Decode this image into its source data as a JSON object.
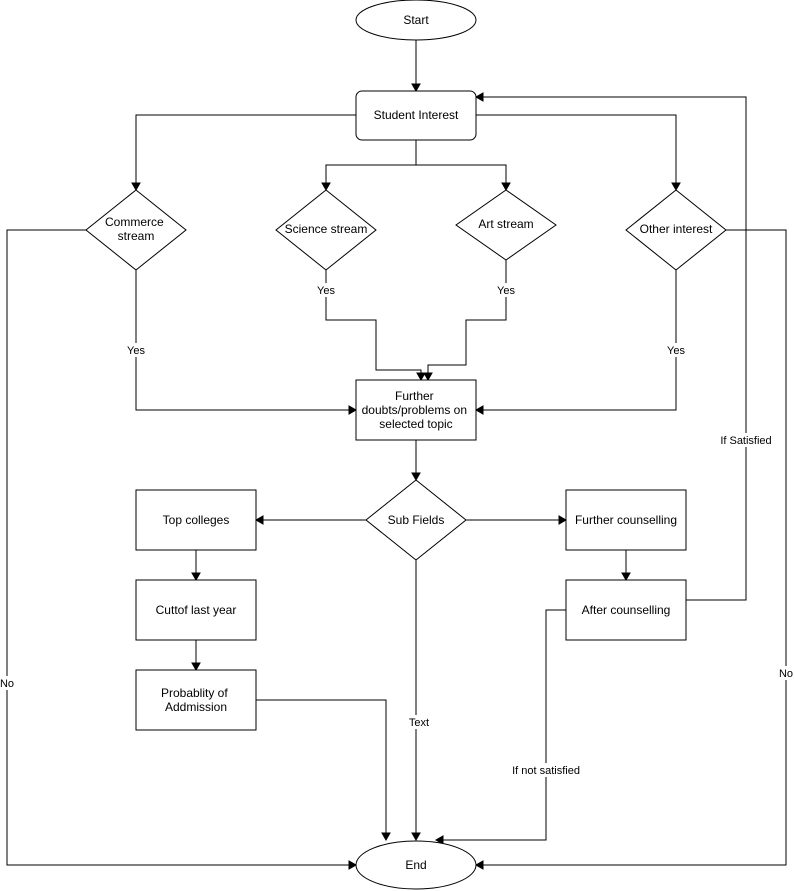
{
  "nodes": {
    "start": "Start",
    "student_interest": "Student Interest",
    "commerce": [
      "Commerce",
      "stream"
    ],
    "science": "Science stream",
    "art": "Art stream",
    "other": "Other interest",
    "further_doubts": [
      "Further",
      "doubts/problems on",
      "selected topic"
    ],
    "sub_fields": "Sub Fields",
    "top_colleges": "Top colleges",
    "cutoff": "Cuttof last year",
    "probability": [
      "Probablity of",
      "Addmission"
    ],
    "further_counselling": "Further counselling",
    "after_counselling": "After counselling",
    "end": "End"
  },
  "edge_labels": {
    "commerce_yes": "Yes",
    "science_yes": "Yes",
    "art_yes": "Yes",
    "other_yes": "Yes",
    "commerce_no": "No",
    "other_no": "No",
    "if_satisfied": "If Satisfied",
    "if_not_satisfied": "If not satisfied",
    "text": "Text"
  }
}
